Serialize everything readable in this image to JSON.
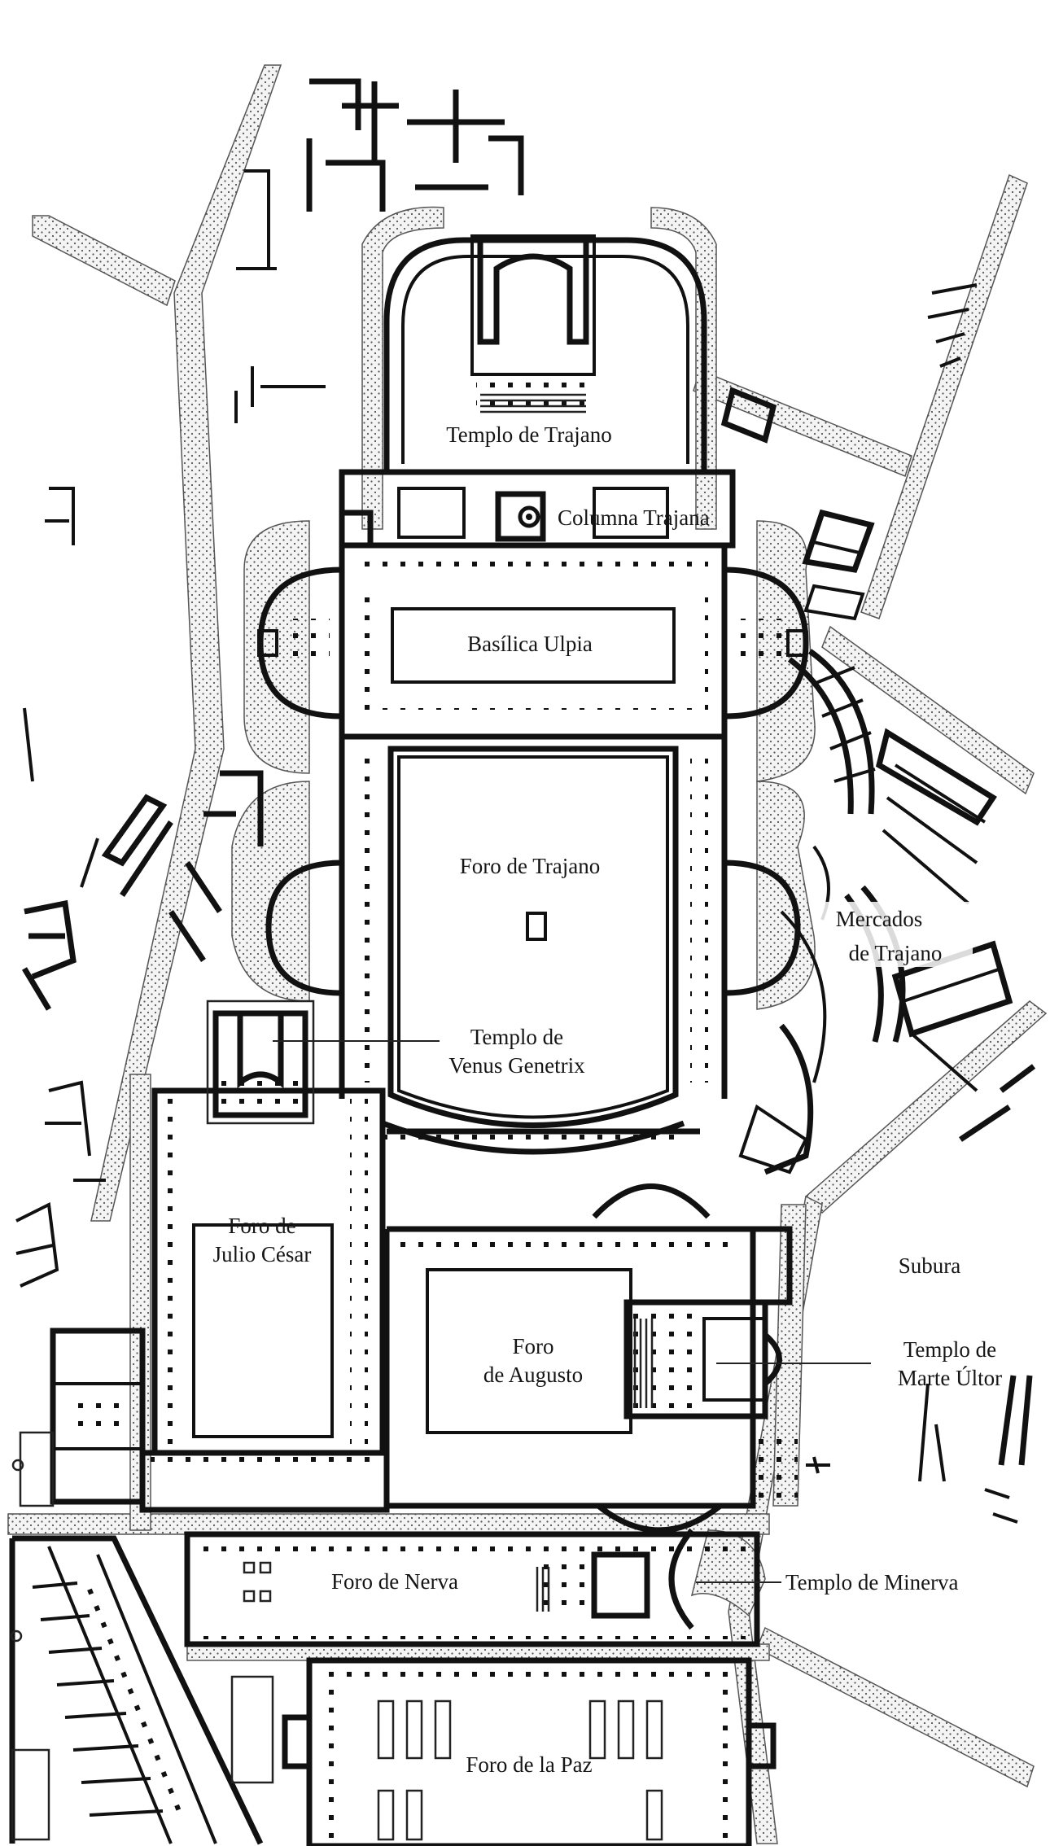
{
  "map": {
    "background": "#ffffff",
    "ink": "#151515",
    "street_fill": "#ececec",
    "labels": {
      "templo_trajano": "Templo de Trajano",
      "columna_trajana": "Columna Trajana",
      "basilica_ulpia": "Basílica Ulpia",
      "foro_trajano": "Foro de Trajano",
      "mercados_1": "Mercados",
      "mercados_2": "de Trajano",
      "venus_1": "Templo de",
      "venus_2": "Venus Genetrix",
      "julio_1": "Foro de",
      "julio_2": "Julio César",
      "augusto_1": "Foro",
      "augusto_2": "de Augusto",
      "subura": "Subura",
      "marte_1": "Templo de",
      "marte_2": "Marte Últor",
      "nerva": "Foro de Nerva",
      "minerva": "Templo de Minerva",
      "paz": "Foro de la Paz"
    }
  }
}
